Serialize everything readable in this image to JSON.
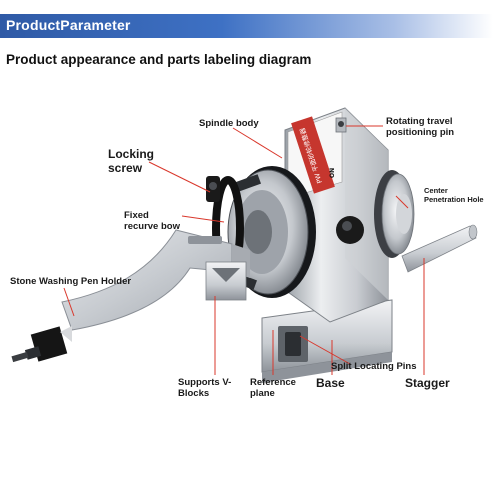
{
  "header": {
    "title": "ProductParameter"
  },
  "subtitle": "Product appearance and parts labeling diagram",
  "labels": {
    "spindle_body": "Spindle body",
    "rotating_travel_1": "Rotating travel",
    "rotating_travel_2": "positioning pin",
    "locking_screw_1": "Locking",
    "locking_screw_2": "screw",
    "center_hole_1": "Center",
    "center_hole_2": "Penetration Hole",
    "fixed_bow_1": "Fixed",
    "fixed_bow_2": "recurve bow",
    "stone_pen_holder": "Stone Washing Pen Holder",
    "split_locating_pins": "Split Locating Pins",
    "supports_v_1": "Supports V-",
    "supports_v_2": "Blocks",
    "reference_plane_1": "Reference",
    "reference_plane_2": "plane",
    "base": "Base",
    "stagger": "Stagger"
  },
  "device_text": {
    "brand_plate": "PW 平面砂轮修整器",
    "on_mark": "ON"
  },
  "colors": {
    "header_blue": "#2f5aa6",
    "leader_red": "#d9372b",
    "metal_light": "#e4e6e9",
    "metal_mid": "#b8bcc2",
    "metal_dark": "#6d7278",
    "black_part": "#151515",
    "plate_red": "#c6362e"
  }
}
